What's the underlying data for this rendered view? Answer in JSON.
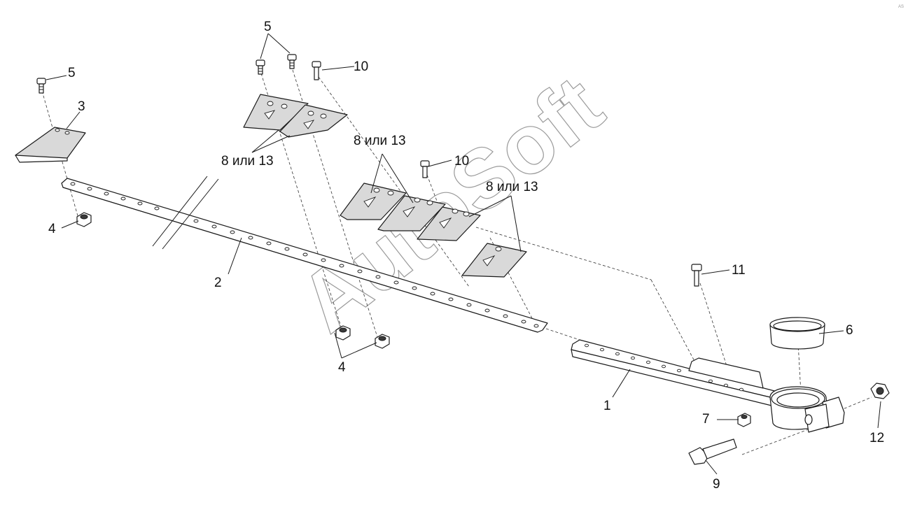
{
  "watermark": "AutoSoft",
  "corner_mark": "AS",
  "callouts": {
    "c1": "1",
    "c2": "2",
    "c3": "3",
    "c4a": "4",
    "c4b": "4",
    "c5a": "5",
    "c5b": "5",
    "c6": "6",
    "c7": "7",
    "c8a": "8 или 13",
    "c8b": "8 или 13",
    "c8c": "8 или 13",
    "c9": "9",
    "c10a": "10",
    "c10b": "10",
    "c11": "11",
    "c12": "12"
  }
}
